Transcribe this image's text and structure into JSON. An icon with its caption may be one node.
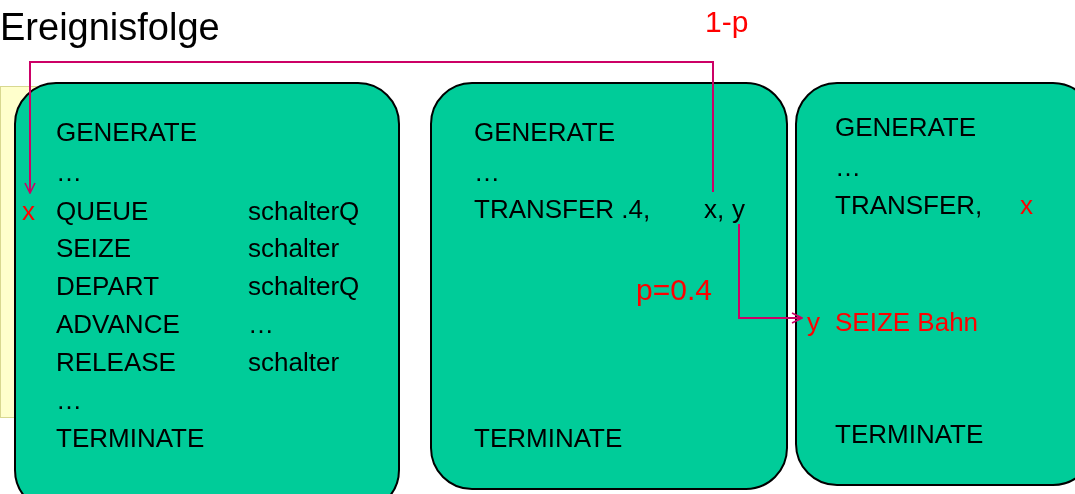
{
  "diagram": {
    "title": "Ereignisfolge",
    "nodes": [
      {
        "text": [
          "GENERATE",
          "…",
          "QUEUE",
          "schalterQ",
          "SEIZE",
          "schalter",
          "DEPART",
          "schalterQ",
          "ADVANCE",
          "…",
          "RELEASE",
          "schalter",
          "…",
          "TERMINATE"
        ]
      },
      {
        "text": [
          "x"
        ],
        "in": 0
      },
      {
        "text": [
          "GENERATE",
          "…",
          "TRANSFER .4,",
          "TERMINATE"
        ]
      },
      {
        "text": [
          "x,"
        ],
        "in": 2
      },
      {
        "text": [
          "y"
        ],
        "in": 2
      },
      {
        "text": [
          "GENERATE",
          "…",
          "TRANSFER,",
          "SEIZE Bahn",
          "TERMINATE"
        ]
      },
      {
        "text": [
          "x"
        ],
        "in": 5
      },
      {
        "text": [
          "y"
        ],
        "in": 5
      }
    ],
    "edges": [
      {
        "from": 3,
        "to": 1,
        "arrow": "to",
        "label": "1-p"
      },
      {
        "from": 4,
        "to": 7,
        "arrow": "to",
        "label": "p=0.4"
      }
    ]
  }
}
